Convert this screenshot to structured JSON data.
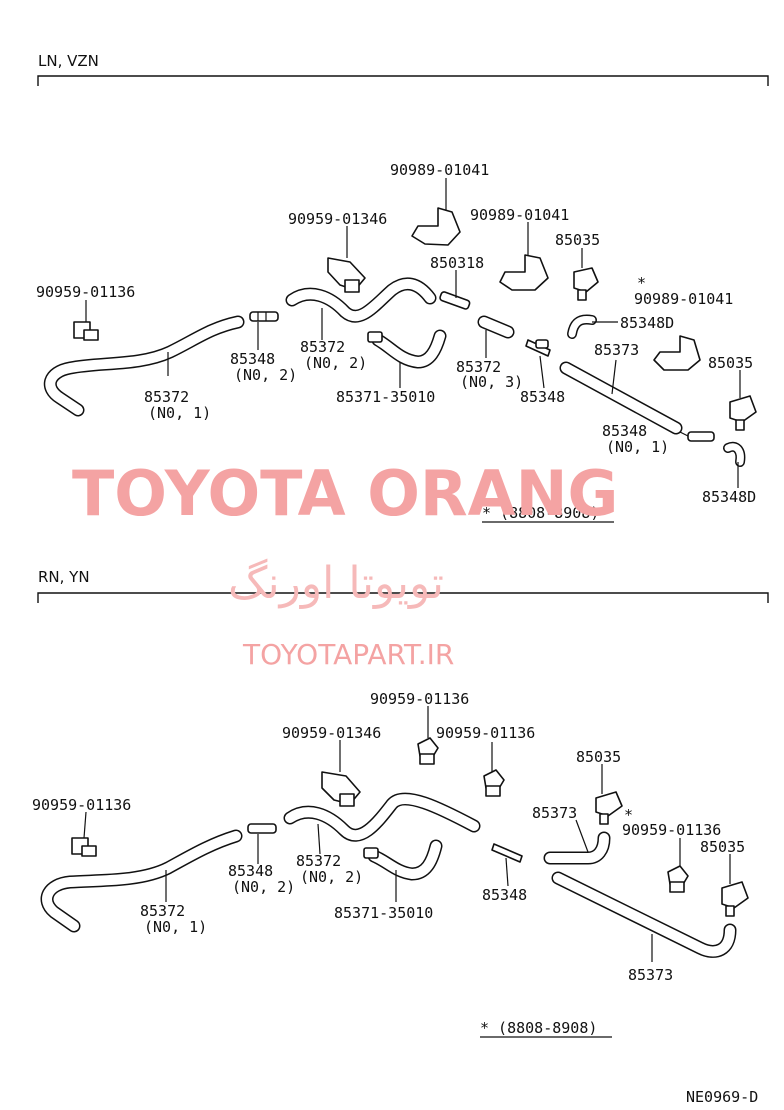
{
  "sections": {
    "top": {
      "title": "LN, VZN"
    },
    "bottom": {
      "title": "RN, YN"
    }
  },
  "watermark": {
    "brand": "TOYOTA ORANG",
    "persian": "تویوتا اورنگ",
    "url": "TOYOTAPART.IR"
  },
  "top_labels": {
    "p1": "90989-01041",
    "p2": "90959-01346",
    "p3": "90989-01041",
    "p4": "85035",
    "p5": "850318",
    "p6": "90959-01136",
    "p7": "*",
    "p8": "90989-01041",
    "p9": "85348D",
    "p10": "85373",
    "p11": "85035",
    "p12a": "85348",
    "p12b": "(N0, 2)",
    "p13a": "85372",
    "p13b": "(N0, 2)",
    "p14a": "85372",
    "p14b": "(N0, 3)",
    "p15a": "85372",
    "p15b": "(N0, 1)",
    "p16": "85371-35010",
    "p17": "85348",
    "p18a": "85348",
    "p18b": "(N0, 1)",
    "p19": "85348D",
    "note": "*  (8808-8908)"
  },
  "bottom_labels": {
    "q1": "90959-01136",
    "q2": "90959-01346",
    "q3": "90959-01136",
    "q4": "85035",
    "q5": "90959-01136",
    "q6": "85373",
    "q7": "*",
    "q8": "90959-01136",
    "q9": "85035",
    "q10a": "85348",
    "q10b": "(N0, 2)",
    "q11a": "85372",
    "q11b": "(N0, 2)",
    "q12": "85348",
    "q13a": "85372",
    "q13b": "(N0, 1)",
    "q14": "85371-35010",
    "q15": "85373",
    "note": "*  (8808-8908)"
  },
  "code": "NE0969-D",
  "colors": {
    "line": "#111111",
    "watermark": "#f4a3a3"
  },
  "icons": [
    "clip-icon",
    "bracket-icon",
    "nozzle-icon",
    "hose-icon",
    "connector-icon",
    "elbow-icon"
  ]
}
